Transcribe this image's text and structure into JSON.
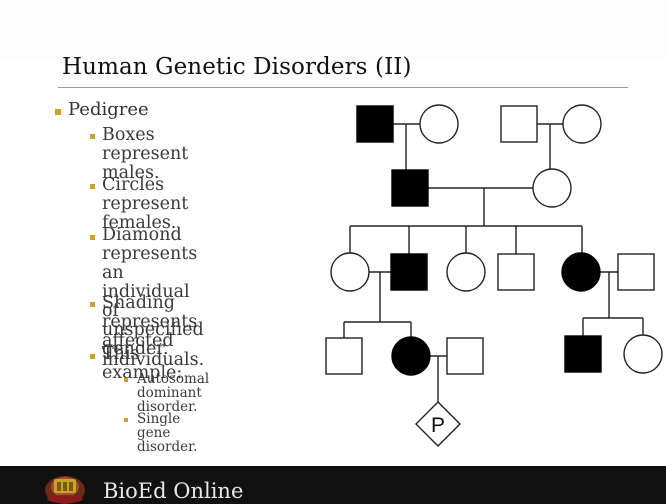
{
  "slide": {
    "title": "Human Genetic Disorders (II)",
    "bullets": {
      "pedigree": "Pedigree",
      "boxes": "Boxes represent\nmales.",
      "circles": "Circles represent\nfemales.",
      "diamond": "Diamond represents\nan individual of\nunspecified gender.",
      "shading": "Shading represents\naffected individuals.",
      "example": "This example:",
      "autosomal": "Autosomal dominant\ndisorder.",
      "single_gene": "Single gene disorder."
    },
    "accent_color": "#c9a227"
  },
  "pedigree": {
    "diamond_label": "P",
    "affected_color": "#000000",
    "unaffected_color": "#ffffff"
  },
  "footer": {
    "brand": "BioEd Online",
    "logo_icon": "bioed-logo-icon",
    "background_color": "#111111"
  }
}
